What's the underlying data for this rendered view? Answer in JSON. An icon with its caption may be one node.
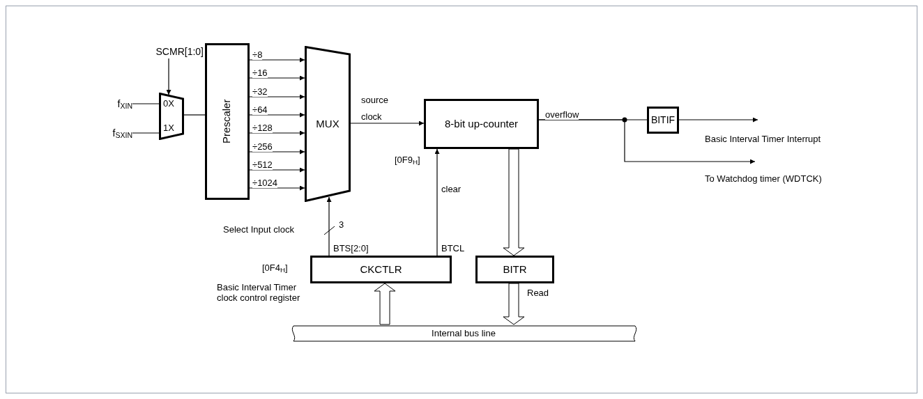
{
  "diagram": {
    "nodes": [
      {
        "text": [
          "f$_{XIN}$"
        ]
      },
      {
        "text": [
          "f$_{SXIN}$"
        ]
      },
      {
        "text": [
          "0X",
          "1X"
        ]
      },
      {
        "text": [
          "SCMR[1:0]"
        ]
      },
      {
        "text": [
          "Prescaler"
        ]
      },
      {
        "text": [
          "MUX"
        ]
      },
      {
        "text": [
          "8-bit up-counter"
        ],
        "beside": [
          "[0F9$_{H}$]"
        ]
      },
      {
        "text": [
          "BITIF"
        ]
      },
      {
        "text": [
          "CKCTLR"
        ],
        "beside": [
          "[0F4$_{H}$]",
          "Basic Interval Timer clock control register"
        ]
      },
      {
        "text": [
          "BITR"
        ]
      },
      {
        "text": [
          "Internal bus line"
        ]
      }
    ],
    "edges": [
      {
        "from": 0,
        "to": 2,
        "arrow": "none"
      },
      {
        "from": 1,
        "to": 2,
        "arrow": "none"
      },
      {
        "from": 3,
        "to": 2,
        "arrow": "to"
      },
      {
        "from": 2,
        "to": 4,
        "arrow": "none"
      },
      {
        "from": 4,
        "to": 5,
        "arrow": "to",
        "label": "÷8"
      },
      {
        "from": 4,
        "to": 5,
        "arrow": "to",
        "label": "÷16"
      },
      {
        "from": 4,
        "to": 5,
        "arrow": "to",
        "label": "÷32"
      },
      {
        "from": 4,
        "to": 5,
        "arrow": "to",
        "label": "÷64"
      },
      {
        "from": 4,
        "to": 5,
        "arrow": "to",
        "label": "÷128"
      },
      {
        "from": 4,
        "to": 5,
        "arrow": "to",
        "label": "÷256"
      },
      {
        "from": 4,
        "to": 5,
        "arrow": "to",
        "label": "÷512"
      },
      {
        "from": 4,
        "to": 5,
        "arrow": "to",
        "label": "÷1024"
      },
      {
        "from": 5,
        "to": 6,
        "arrow": "to",
        "label": "source clock"
      },
      {
        "from": 6,
        "to": 7,
        "arrow": "none",
        "label": "overflow"
      },
      {
        "from": 7,
        "to": null,
        "arrow": "to",
        "label": "Basic Interval Timer Interrupt"
      },
      {
        "from": 6,
        "to": null,
        "arrow": "to",
        "label": "To Watchdog timer (WDTCK)"
      },
      {
        "from": 8,
        "to": 5,
        "arrow": "to",
        "label": "BTS[2:0]"
      },
      {
        "from": 8,
        "to": 6,
        "arrow": "to",
        "label": "clear"
      },
      {
        "from": 6,
        "to": 9,
        "arrow": "to",
        "style": "thick"
      },
      {
        "from": 10,
        "to": 8,
        "arrow": "to",
        "style": "thick"
      },
      {
        "from": 9,
        "to": 10,
        "arrow": "to",
        "style": "thick",
        "label": "Read"
      }
    ],
    "labels": [
      "Select Input clock",
      "3",
      "BTCL"
    ]
  }
}
